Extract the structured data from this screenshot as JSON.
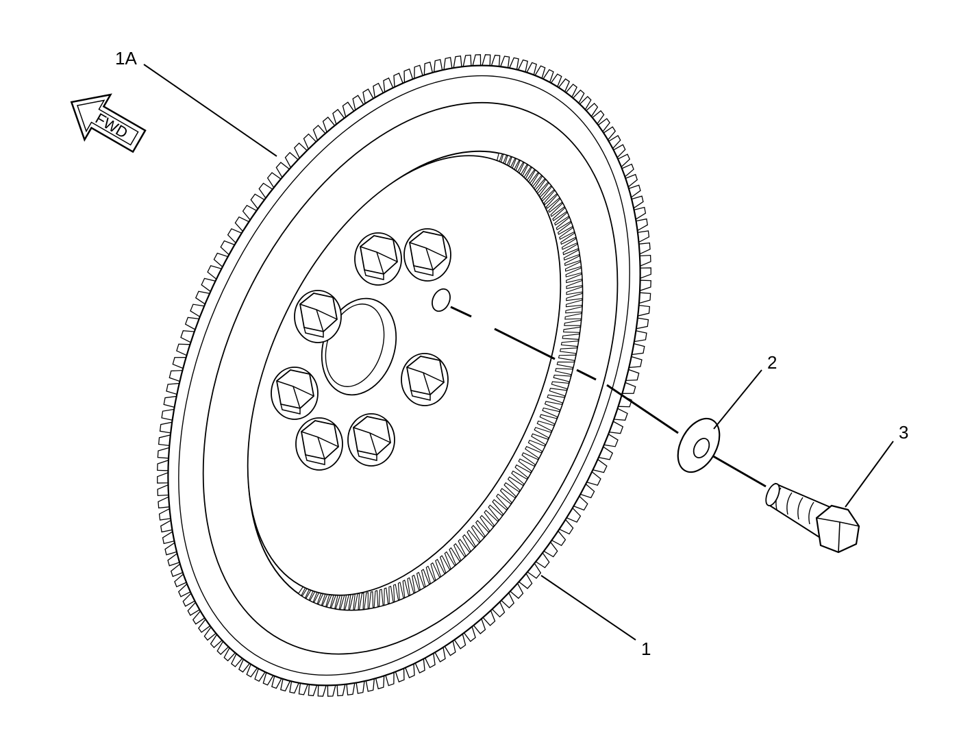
{
  "diagram": {
    "line_color": "#000000",
    "fill_color": "#ffffff",
    "direction_arrow": {
      "label": "FWD"
    },
    "callouts": [
      {
        "id": "ring-gear",
        "label": "1A"
      },
      {
        "id": "flywheel",
        "label": "1"
      },
      {
        "id": "washer",
        "label": "2"
      },
      {
        "id": "bolt",
        "label": "3"
      }
    ],
    "flywheel_bolt_count": 7,
    "ring_gear_teeth": 150
  }
}
